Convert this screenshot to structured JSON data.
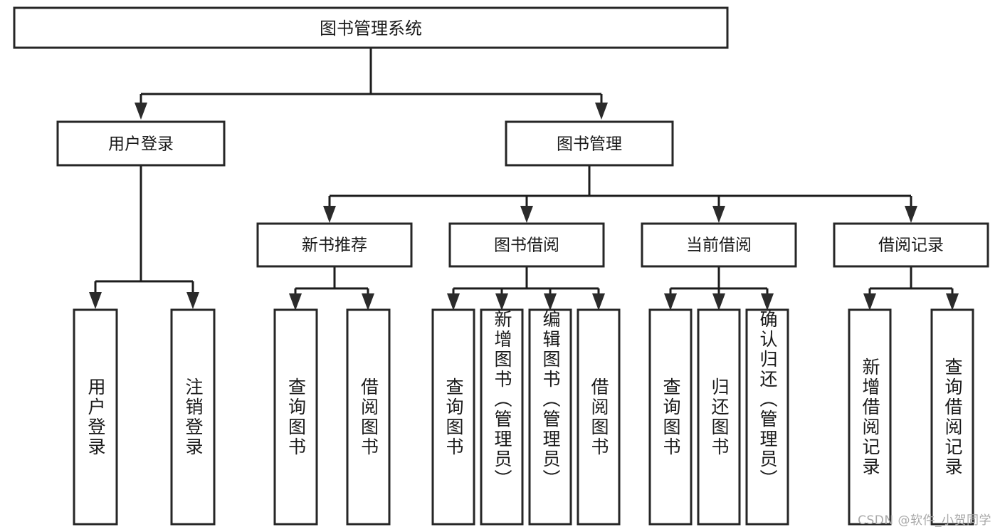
{
  "diagram": {
    "type": "hierarchy-tree",
    "title": "图书管理系统",
    "watermark": "CSDN @软件_小贺同学",
    "colors": {
      "box_stroke": "#262626",
      "box_fill": "#ffffff",
      "connector": "#1c1c1c",
      "text": "#1a1a1a",
      "background": "#ffffff",
      "watermark": "#a8a8a8"
    },
    "levels": {
      "root": {
        "label": "图书管理系统"
      },
      "level2": [
        {
          "label": "用户登录"
        },
        {
          "label": "图书管理"
        }
      ],
      "level3": [
        {
          "label": "新书推荐"
        },
        {
          "label": "图书借阅"
        },
        {
          "label": "当前借阅"
        },
        {
          "label": "借阅记录"
        }
      ],
      "leaves": {
        "user_login": [
          {
            "label": "用户登录"
          },
          {
            "label": "注销登录"
          }
        ],
        "new_book_recommend": [
          {
            "label": "查询图书"
          },
          {
            "label": "借阅图书"
          }
        ],
        "book_borrow": [
          {
            "label": "查询图书"
          },
          {
            "label": "新增图书（管理员）"
          },
          {
            "label": "编辑图书（管理员）"
          },
          {
            "label": "借阅图书"
          }
        ],
        "current_borrow": [
          {
            "label": "查询图书"
          },
          {
            "label": "归还图书"
          },
          {
            "label": "确认归还（管理员）"
          }
        ],
        "borrow_record": [
          {
            "label": "新增借阅记录"
          },
          {
            "label": "查询借阅记录"
          }
        ]
      }
    }
  }
}
